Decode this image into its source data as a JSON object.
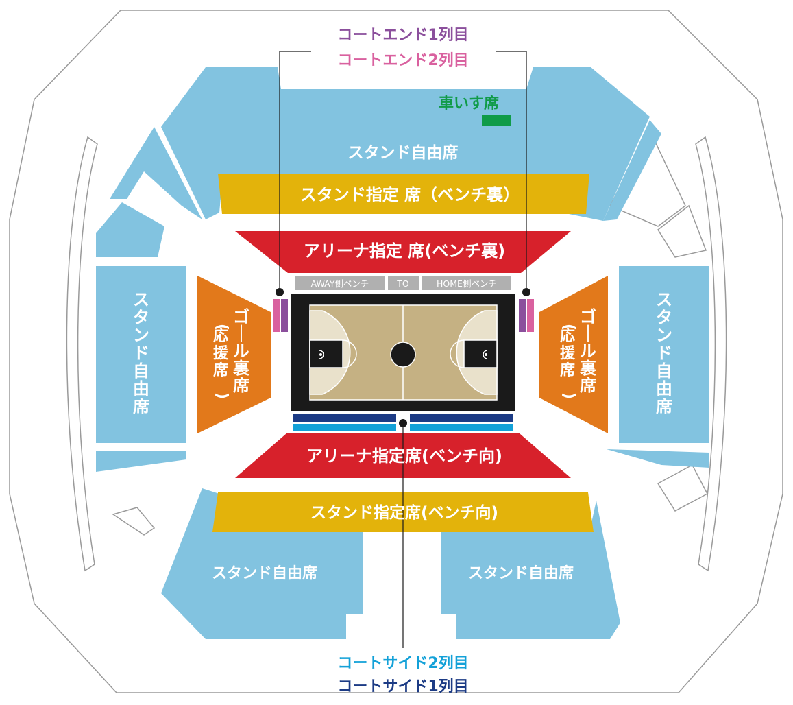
{
  "labels": {
    "court_end_1": "コートエンド1列目",
    "court_end_2": "コートエンド2列目",
    "wheelchair": "車いす席",
    "stand_free_top": "スタンド自由席",
    "stand_reserved_bench_back": "スタンド指定 席（ベンチ裏）",
    "arena_reserved_bench_back": "アリーナ指定 席(ベンチ裏)",
    "stand_free_left": "スタンド自由席",
    "stand_free_right": "スタンド自由席",
    "goal_back_left_main": "ゴール裏席",
    "goal_back_left_sub": "(応援席)",
    "goal_back_right_main": "ゴール裏席",
    "goal_back_right_sub": "(応援席)",
    "away_bench": "AWAY側ベンチ",
    "to": "TO",
    "home_bench": "HOME側ベンチ",
    "arena_reserved_bench_front": "アリーナ指定席(ベンチ向)",
    "stand_reserved_bench_front": "スタンド指定席(ベンチ向)",
    "stand_free_bottom_left": "スタンド自由席",
    "stand_free_bottom_right": "スタンド自由席",
    "court_side_2": "コートサイド2列目",
    "court_side_1": "コートサイド1列目"
  },
  "colors": {
    "stand_free": "#82c3e0",
    "stand_reserved": "#e3b30b",
    "arena_reserved": "#d7212b",
    "goal_back": "#e2791b",
    "court_end_1": "#8b4f9c",
    "court_end_2": "#d9619f",
    "court_side_1": "#1c3b85",
    "court_side_2": "#13a1d8",
    "wheelchair": "#109b48",
    "bench_label_bg": "#b0b0b0",
    "court_floor": "#c5b183",
    "court_key": "#e9e1cb",
    "court_frame": "#1a1a1a"
  }
}
